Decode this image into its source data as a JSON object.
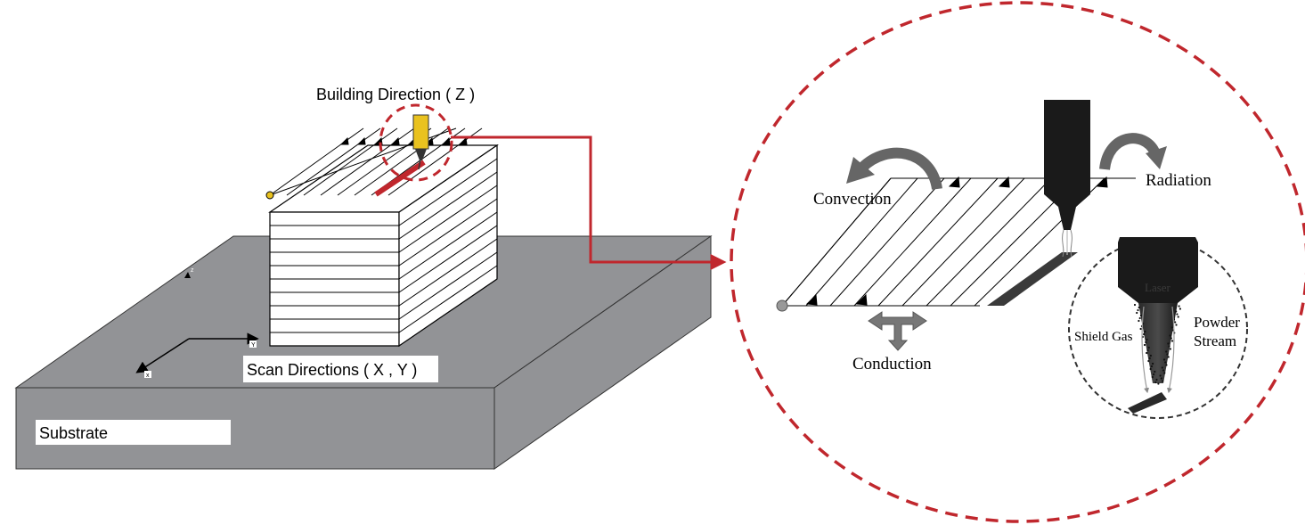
{
  "labels": {
    "building_direction": "Building Direction ( Z )",
    "scan_directions": "Scan Directions ( X , Y )",
    "substrate": "Substrate",
    "axis_z": "z",
    "axis_y": "Y",
    "axis_x": "x"
  },
  "detail": {
    "convection": "Convection",
    "radiation": "Radiation",
    "conduction": "Conduction",
    "laser": "Laser",
    "shield_gas": "Shield Gas",
    "powder_line1": "Powder",
    "powder_line2": "Stream"
  },
  "colors": {
    "substrate": "#929396",
    "accent_red": "#c0272d",
    "nozzle_yellow": "#e9c21f",
    "arrow_gray": "#6a6a6a",
    "nozzle_dark": "#1a1a1a"
  }
}
